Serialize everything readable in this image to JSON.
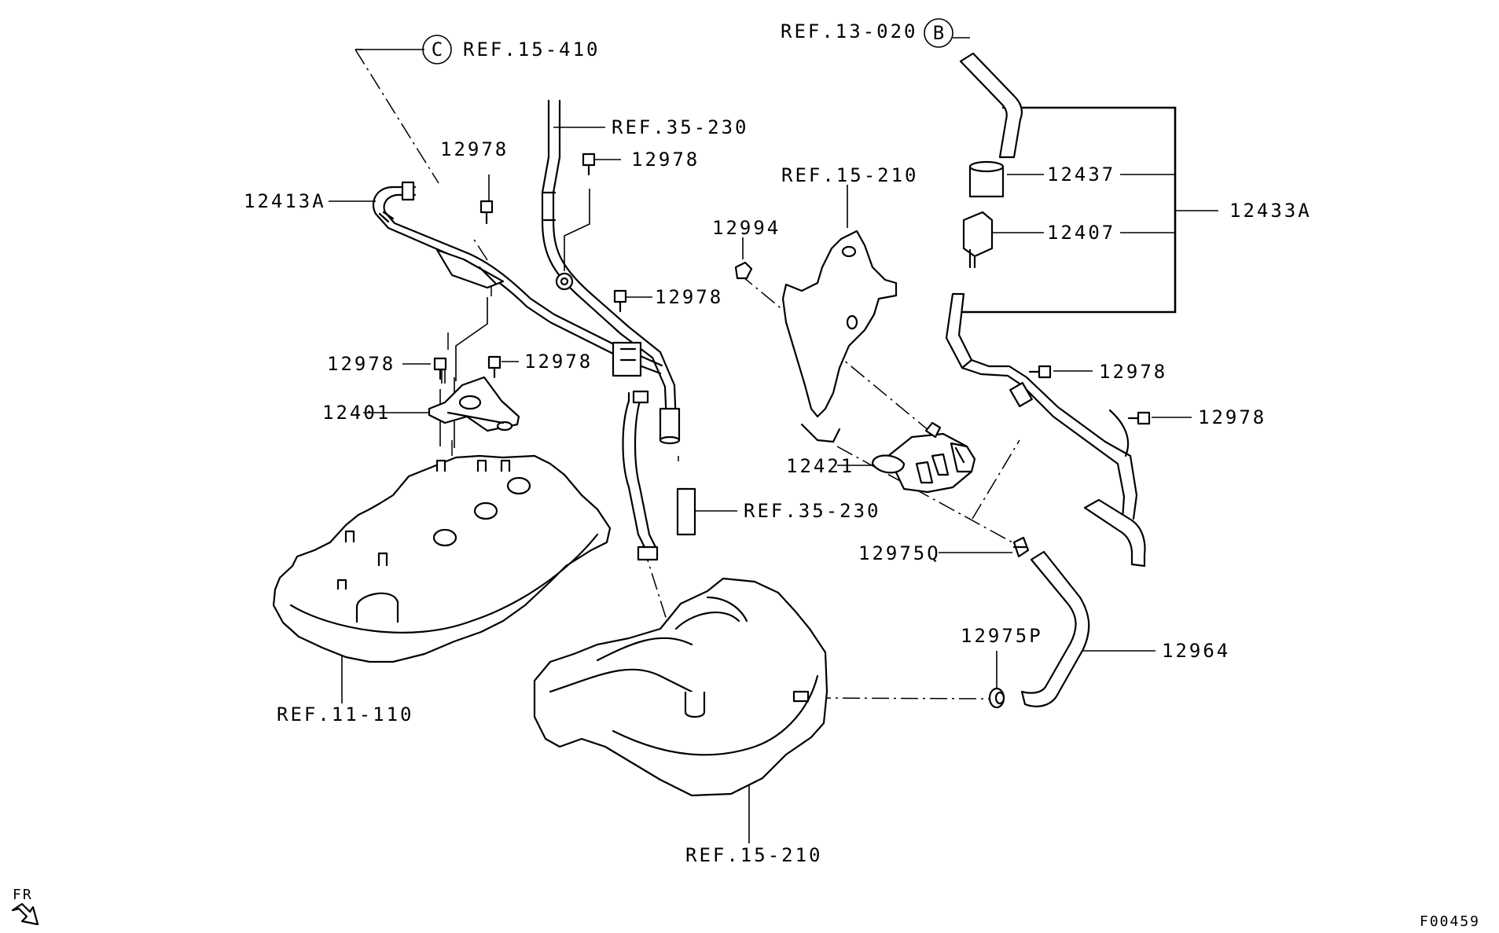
{
  "callouts": {
    "c_ref_15_410": "REF.15-410",
    "c_marker_c": "C",
    "ref_35_230_top": "REF.35-230",
    "ref_35_230_mid": "REF.35-230",
    "ref_13_020": "REF.13-020",
    "b_marker": "B",
    "ref_15_210_top": "REF.15-210",
    "ref_15_210_bottom": "REF.15-210",
    "ref_11_110": "REF.11-110",
    "p_12413A": "12413A",
    "p_12978_a": "12978",
    "p_12978_b": "12978",
    "p_12978_c": "12978",
    "p_12978_d": "12978",
    "p_12978_e": "12978",
    "p_12978_f": "12978",
    "p_12978_g": "12978",
    "p_12401": "12401",
    "p_12994": "12994",
    "p_12421": "12421",
    "p_12437": "12437",
    "p_12407": "12407",
    "p_12433A": "12433A",
    "p_12975Q": "12975Q",
    "p_12975P": "12975P",
    "p_12964": "12964"
  },
  "orientation": "FR",
  "figure_id": "F00459"
}
